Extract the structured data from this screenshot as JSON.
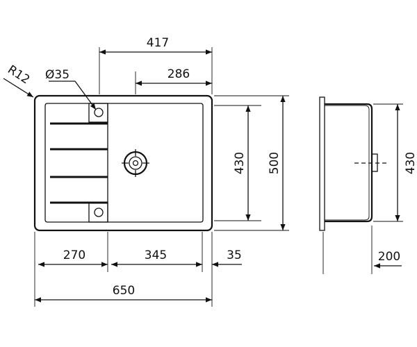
{
  "plan_view": {
    "dims": {
      "total_width": "650",
      "left_section": "270",
      "bowl_width": "345",
      "right_margin": "35",
      "top_span": "417",
      "drain_offset": "286",
      "tap_hole": "Ø35",
      "corner_radius": "R12",
      "bowl_depth_length": "430",
      "total_length": "500"
    }
  },
  "side_view": {
    "dims": {
      "height": "430",
      "depth": "200"
    }
  },
  "colors": {
    "ink": "#111111",
    "background": "#ffffff"
  }
}
